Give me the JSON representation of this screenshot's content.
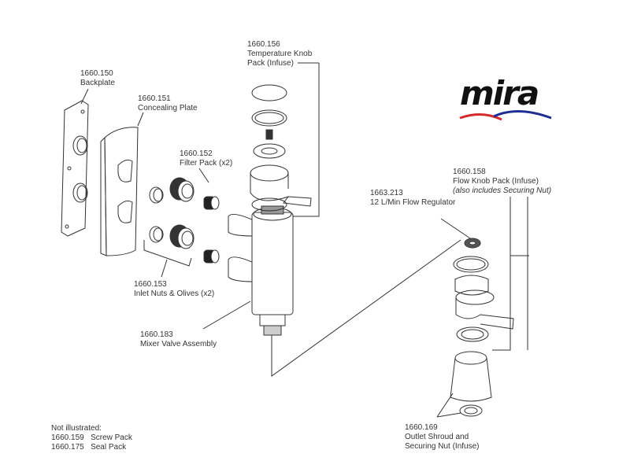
{
  "title": "Mira Infuse mixer valve exploded parts diagram",
  "brand": {
    "name": "mira",
    "wave_colors": [
      "#d42a2a",
      "#1f2f8f"
    ]
  },
  "parts": [
    {
      "code": "1660.150",
      "name": "Backplate"
    },
    {
      "code": "1660.151",
      "name": "Concealing Plate"
    },
    {
      "code": "1660.152",
      "name": "Filter Pack (x2)"
    },
    {
      "code": "1660.153",
      "name": "Inlet Nuts & Olives (x2)"
    },
    {
      "code": "1660.156",
      "name": "Temperature Knob",
      "name2": "Pack (Infuse)"
    },
    {
      "code": "1660.158",
      "name": "Flow Knob Pack (Infuse)",
      "note": "(also includes Securing Nut)"
    },
    {
      "code": "1663.213",
      "name": "12 L/Min Flow Regulator"
    },
    {
      "code": "1660.183",
      "name": "Mixer Valve Assembly"
    },
    {
      "code": "1660.169",
      "name": "Outlet Shroud and",
      "name2": "Securing Nut (Infuse)"
    }
  ],
  "not_illustrated": {
    "heading": "Not illustrated:",
    "items": [
      {
        "code": "1660.159",
        "name": "Screw Pack"
      },
      {
        "code": "1660.175",
        "name": "Seal Pack"
      }
    ]
  }
}
